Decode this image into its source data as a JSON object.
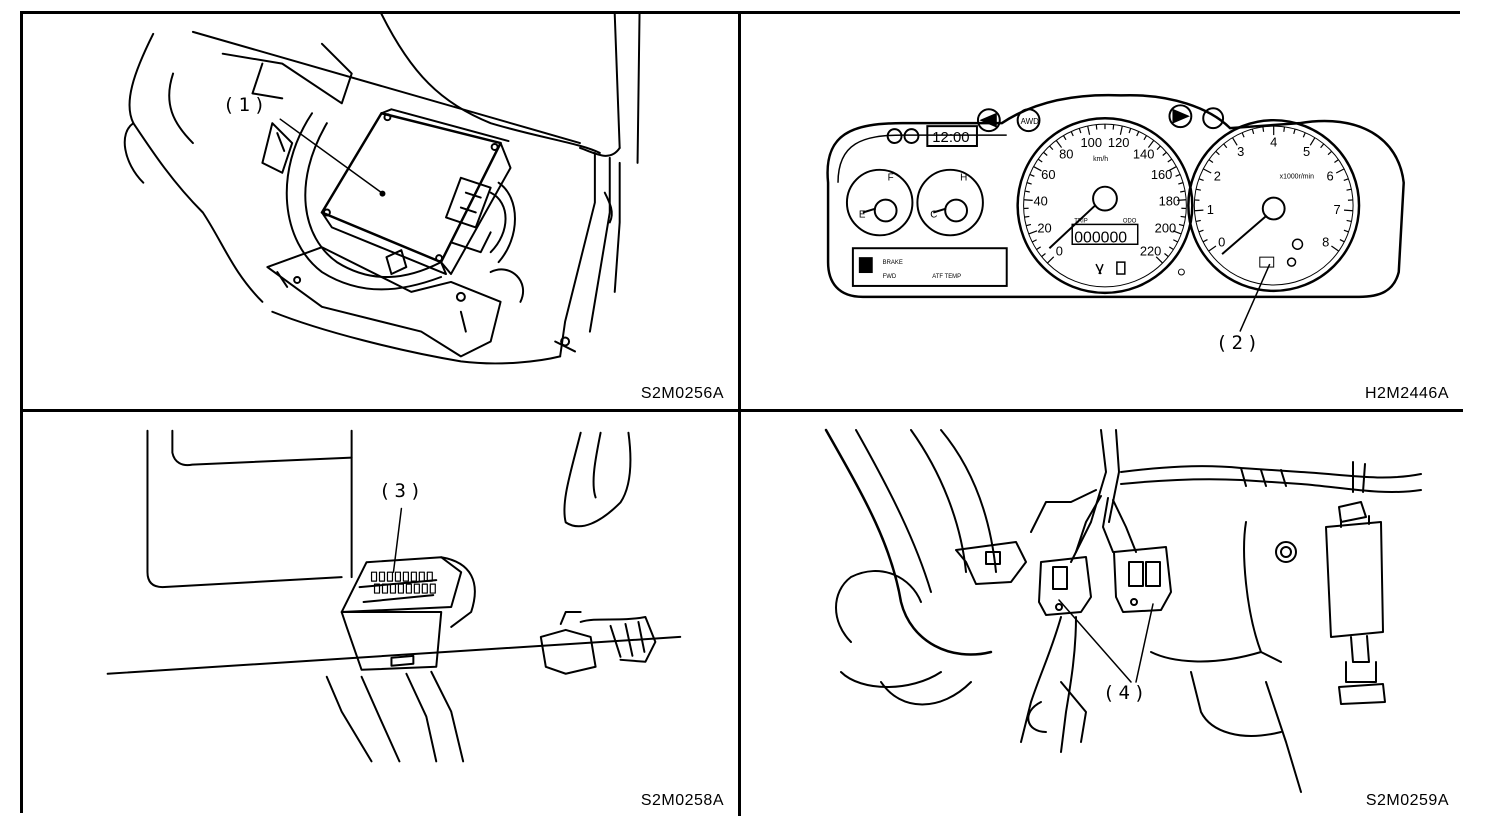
{
  "panels": [
    {
      "code": "S2M0256A",
      "callout": "(1)"
    },
    {
      "code": "H2M2446A",
      "callout": "(2)"
    },
    {
      "code": "S2M0258A",
      "callout": "(3)"
    },
    {
      "code": "S2M0259A",
      "callout": "(4)"
    }
  ],
  "cluster": {
    "speedometer_ticks": [
      "0",
      "20",
      "40",
      "60",
      "80",
      "100",
      "120",
      "140",
      "160",
      "180",
      "200",
      "220"
    ],
    "speed_unit": "km/h",
    "tachometer_ticks": [
      "0",
      "1",
      "2",
      "3",
      "4",
      "5",
      "6",
      "7",
      "8"
    ],
    "tach_unit": "x1000r/min",
    "clock": "12:00",
    "odometer": "000000",
    "trip_label": "TRIP",
    "odo_label": "ODO",
    "fuel_marks": [
      "F",
      "E"
    ],
    "temp_marks": [
      "H",
      "C"
    ],
    "warning_texts": [
      "BRAKE",
      "FWD",
      "ATF TEMP"
    ]
  }
}
